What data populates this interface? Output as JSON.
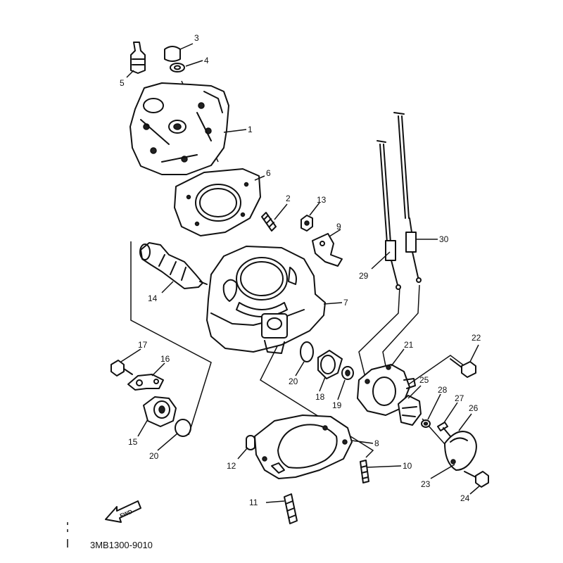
{
  "diagram": {
    "catalog_code": "3MB1300-9010",
    "direction_label": "FWD",
    "callouts": [
      "1",
      "2",
      "3",
      "4",
      "5",
      "6",
      "7",
      "8",
      "9",
      "10",
      "11",
      "12",
      "13",
      "14",
      "15",
      "16",
      "17",
      "18",
      "19",
      "20",
      "20",
      "21",
      "22",
      "23",
      "24",
      "25",
      "26",
      "27",
      "28",
      "29",
      "30"
    ]
  }
}
